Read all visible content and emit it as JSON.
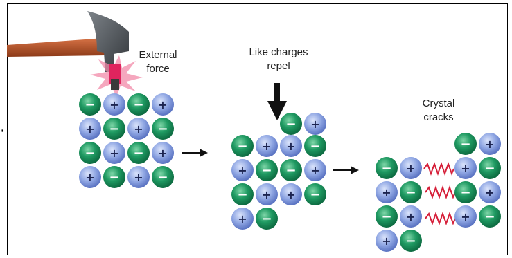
{
  "labels": {
    "external_force_line1": "External",
    "external_force_line2": "force",
    "like_charges_line1": "Like charges",
    "like_charges_line2": "repel",
    "crystal_cracks_line1": "Crystal",
    "crystal_cracks_line2": "cracks"
  },
  "side_mark": ",",
  "symbols": {
    "positive": "+",
    "negative": "−"
  },
  "colors": {
    "positive_ion": "#8fa6e3",
    "negative_ion": "#1f9a62",
    "hammer_handle": "#b5542b",
    "hammer_head": "#4c5055",
    "impact": "#e0245e",
    "spring": "#d6203a",
    "arrow": "#111111"
  },
  "panels": {
    "intact_crystal": [
      [
        "-",
        "+",
        "-",
        "+"
      ],
      [
        "+",
        "-",
        "+",
        "-"
      ],
      [
        "-",
        "+",
        "-",
        "+"
      ],
      [
        "+",
        "-",
        "+",
        "-"
      ]
    ],
    "shifted_crystal_top": [
      "-",
      "+"
    ],
    "shifted_crystal": [
      [
        "-",
        "+",
        "+",
        "-"
      ],
      [
        "+",
        "-",
        "-",
        "+"
      ],
      [
        "-",
        "+",
        "+",
        "-"
      ],
      [
        "+",
        "-"
      ]
    ],
    "cracked_left": [
      [
        "-",
        "+"
      ],
      [
        "+",
        "-"
      ],
      [
        "-",
        "+"
      ],
      [
        "+",
        "-"
      ]
    ],
    "cracked_right": [
      [
        "-",
        "+"
      ],
      [
        "+",
        "-"
      ],
      [
        "-",
        "+"
      ],
      [
        "+",
        "-"
      ]
    ]
  }
}
